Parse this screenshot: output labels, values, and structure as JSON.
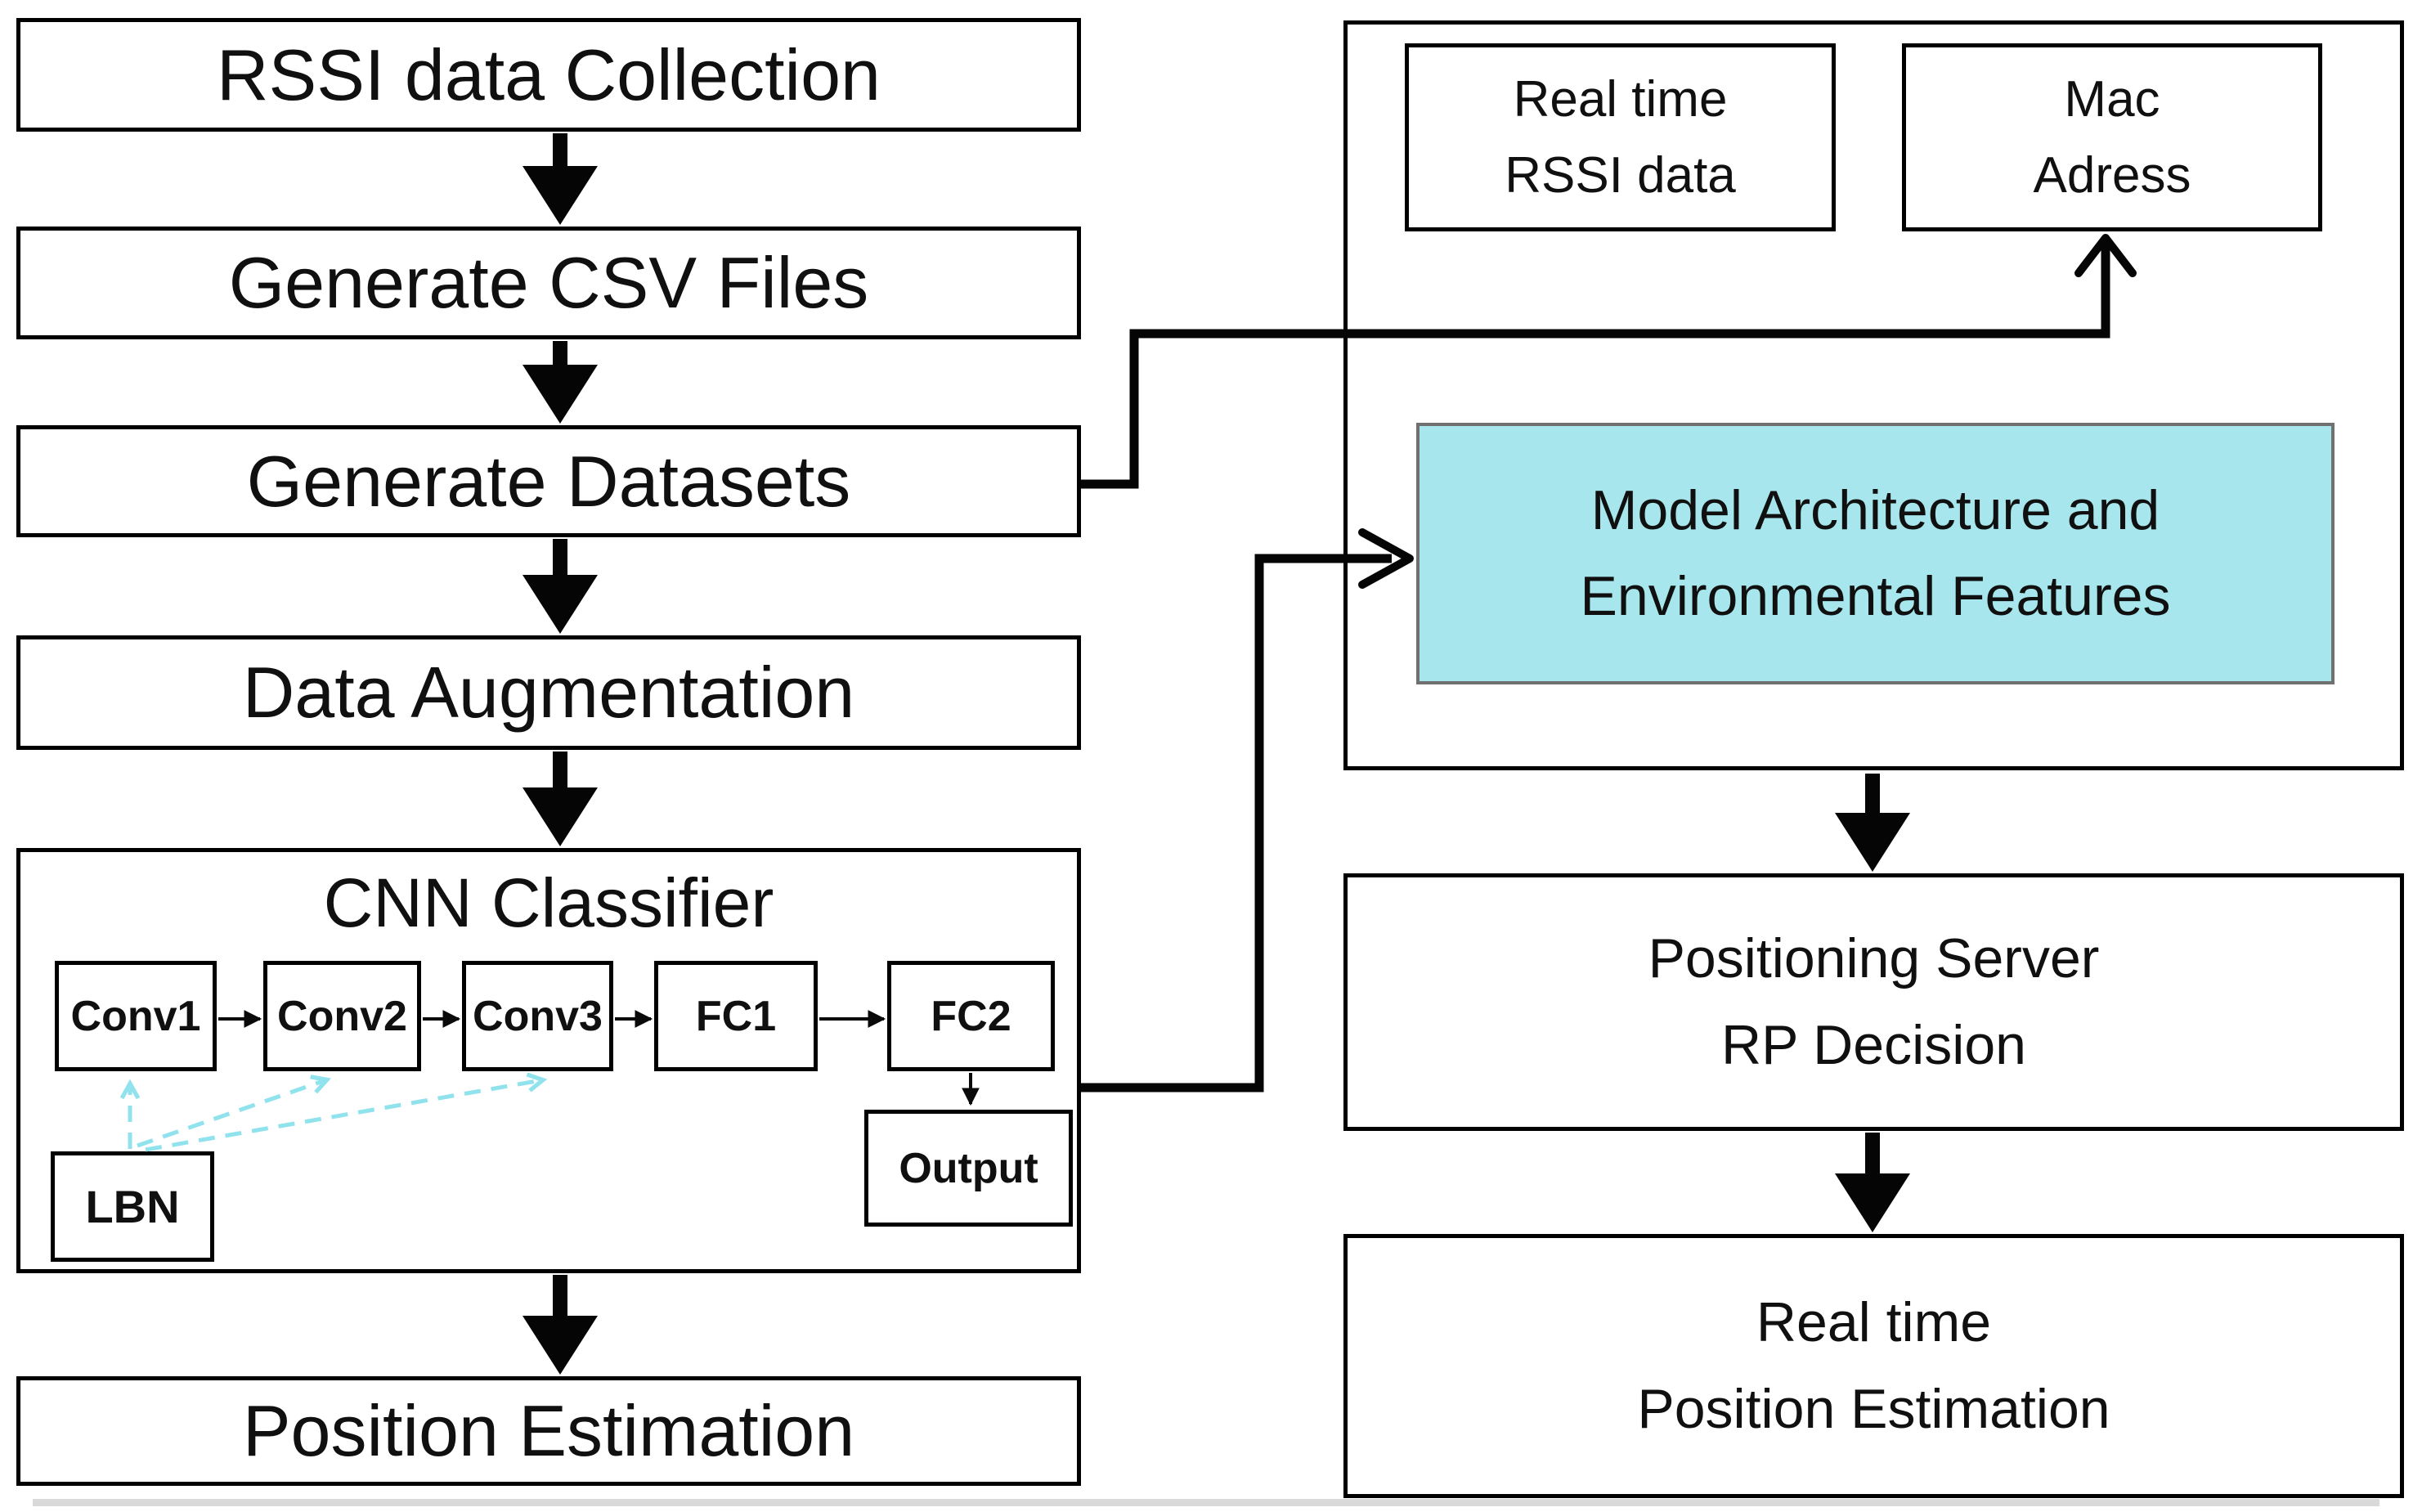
{
  "colors": {
    "cyan_fill": "#a6e6ec",
    "cyan_border": "#707070",
    "dash_cyan": "#90e2ec",
    "line_black": "#050505"
  },
  "left": {
    "rssi_collection": "RSSI data Collection",
    "generate_csv": "Generate CSV Files",
    "generate_datasets": "Generate Datasets",
    "data_augmentation": "Data Augmentation",
    "position_estimation": "Position Estimation",
    "cnn": {
      "title": "CNN Classifier",
      "conv1": "Conv1",
      "conv2": "Conv2",
      "conv3": "Conv3",
      "fc1": "FC1",
      "fc2": "FC2",
      "output": "Output",
      "lbn": "LBN"
    }
  },
  "right": {
    "realtime_rssi": {
      "line1": "Real time",
      "line2": "RSSI data"
    },
    "mac": {
      "line1": "Mac",
      "line2": "Adress"
    },
    "model": {
      "line1": "Model Architecture and",
      "line2": "Environmental Features"
    },
    "positioning": {
      "line1": "Positioning Server",
      "line2": "RP Decision"
    },
    "rt_position": {
      "line1": "Real time",
      "line2": "Position Estimation"
    }
  }
}
